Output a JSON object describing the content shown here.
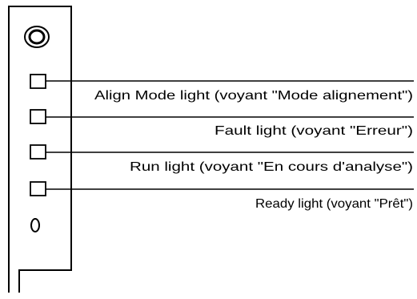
{
  "diagram": {
    "labels": [
      "Align Mode light (voyant \"Mode alignement\")",
      "Fault light (voyant \"Erreur\")",
      "Run light (voyant \"En cours d'analyse\")",
      "Ready light (voyant \"Prêt\")"
    ]
  },
  "colors": {
    "line": "#000000",
    "background": "#ffffff"
  },
  "icons": {
    "power-button": "concentric-circle",
    "indicator": "square",
    "small-hole": "ellipse"
  }
}
